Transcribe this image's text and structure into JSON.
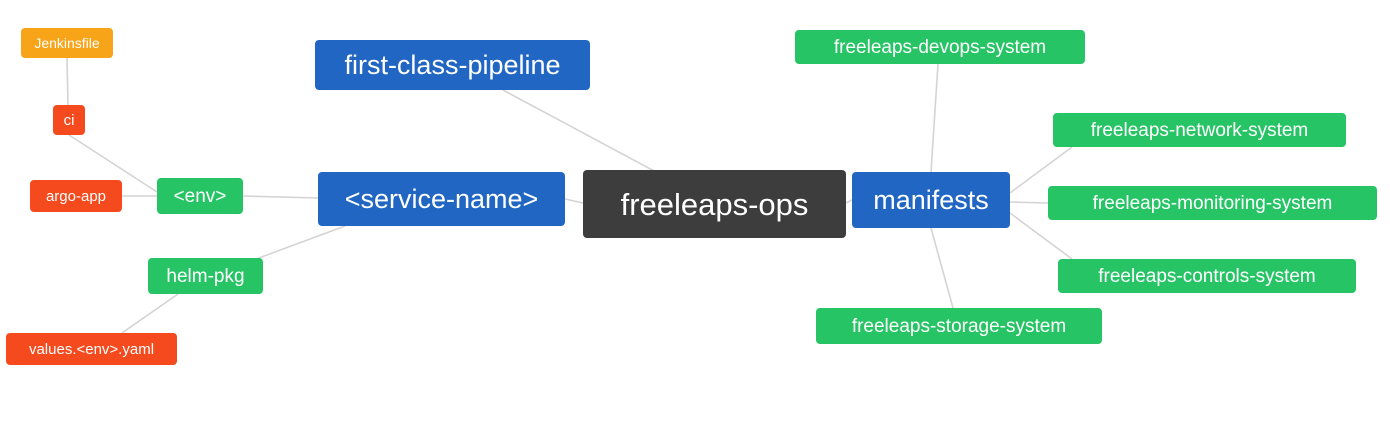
{
  "diagram": {
    "title": "freeleaps-ops mind map",
    "background_color": "#ffffff",
    "edge_color": "#d4d4d4",
    "colors": {
      "root_node": "#3d3d3d",
      "primary_node": "#2166c2",
      "secondary_node": "#27c465",
      "alert_node": "#f44a1d",
      "warning_node": "#f7a418",
      "node_text": "#ffffff"
    },
    "nodes": [
      {
        "id": "jenkinsfile",
        "label": "Jenkinsfile",
        "level": "leaf",
        "color": "#f7a418"
      },
      {
        "id": "ci",
        "label": "ci",
        "level": "leaf",
        "color": "#f44a1d"
      },
      {
        "id": "argo-app",
        "label": "argo-app",
        "level": "leaf",
        "color": "#f44a1d"
      },
      {
        "id": "env",
        "label": "<env>",
        "level": "secondary",
        "color": "#27c465"
      },
      {
        "id": "service-name",
        "label": "<service-name>",
        "level": "primary",
        "color": "#2166c2"
      },
      {
        "id": "first-class-pipeline",
        "label": "first-class-pipeline",
        "level": "primary",
        "color": "#2166c2"
      },
      {
        "id": "helm-pkg",
        "label": "helm-pkg",
        "level": "secondary",
        "color": "#27c465"
      },
      {
        "id": "values-env-yaml",
        "label": "values.<env>.yaml",
        "level": "leaf",
        "color": "#f44a1d"
      },
      {
        "id": "freeleaps-ops",
        "label": "freeleaps-ops",
        "level": "root",
        "color": "#3d3d3d"
      },
      {
        "id": "manifests",
        "label": "manifests",
        "level": "primary",
        "color": "#2166c2"
      },
      {
        "id": "freeleaps-devops-system",
        "label": "freeleaps-devops-system",
        "level": "secondary",
        "color": "#27c465"
      },
      {
        "id": "freeleaps-network-system",
        "label": "freeleaps-network-system",
        "level": "secondary",
        "color": "#27c465"
      },
      {
        "id": "freeleaps-monitoring-system",
        "label": "freeleaps-monitoring-system",
        "level": "secondary",
        "color": "#27c465"
      },
      {
        "id": "freeleaps-controls-system",
        "label": "freeleaps-controls-system",
        "level": "secondary",
        "color": "#27c465"
      },
      {
        "id": "freeleaps-storage-system",
        "label": "freeleaps-storage-system",
        "level": "secondary",
        "color": "#27c465"
      }
    ],
    "edges": [
      {
        "source": "ci",
        "target": "jenkinsfile"
      },
      {
        "source": "env",
        "target": "ci"
      },
      {
        "source": "env",
        "target": "argo-app"
      },
      {
        "source": "service-name",
        "target": "env"
      },
      {
        "source": "freeleaps-ops",
        "target": "service-name"
      },
      {
        "source": "freeleaps-ops",
        "target": "first-class-pipeline"
      },
      {
        "source": "service-name",
        "target": "helm-pkg"
      },
      {
        "source": "helm-pkg",
        "target": "values-env-yaml"
      },
      {
        "source": "freeleaps-ops",
        "target": "manifests"
      },
      {
        "source": "manifests",
        "target": "freeleaps-devops-system"
      },
      {
        "source": "manifests",
        "target": "freeleaps-network-system"
      },
      {
        "source": "manifests",
        "target": "freeleaps-monitoring-system"
      },
      {
        "source": "manifests",
        "target": "freeleaps-controls-system"
      },
      {
        "source": "manifests",
        "target": "freeleaps-storage-system"
      }
    ]
  }
}
